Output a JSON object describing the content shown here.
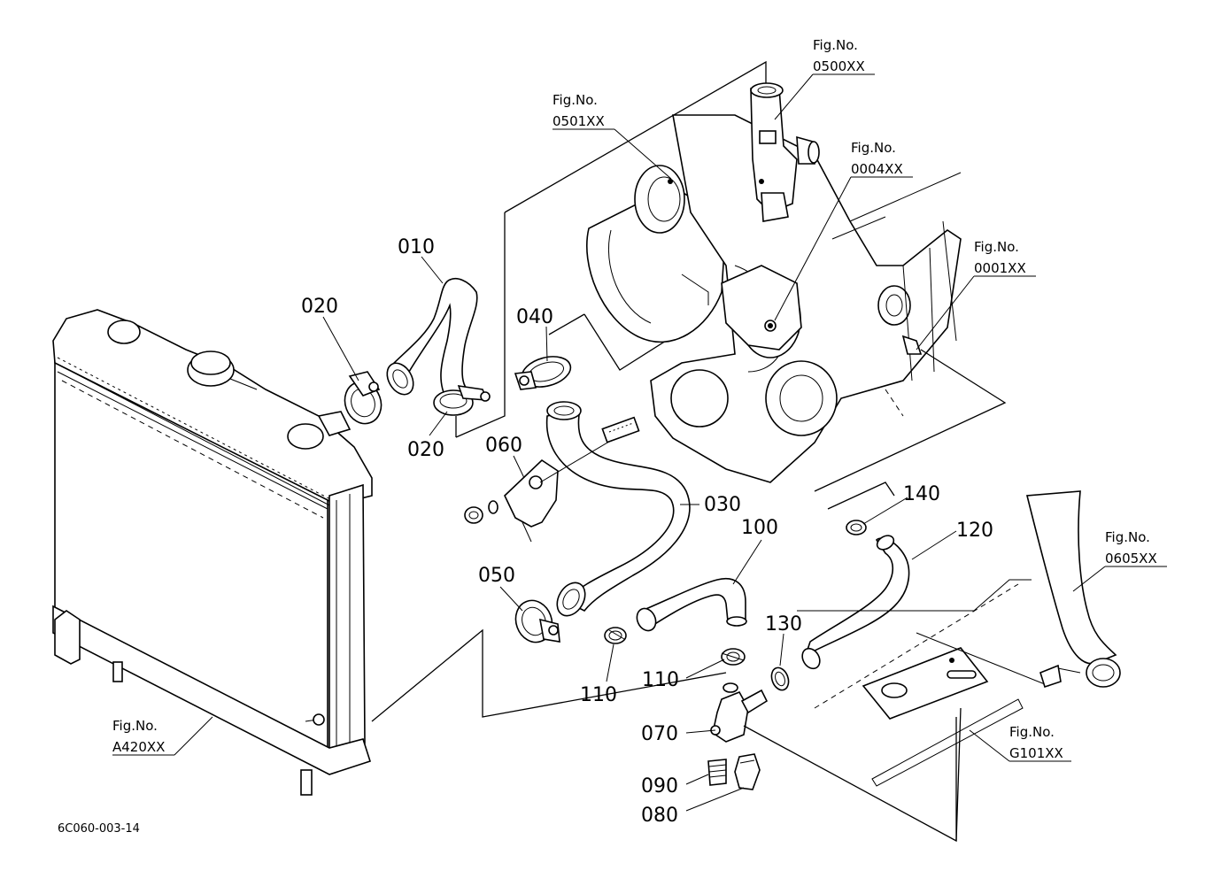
{
  "diagram_code": "6C060-003-14",
  "part_labels": [
    "010",
    "020",
    "020",
    "030",
    "040",
    "050",
    "060",
    "070",
    "080",
    "090",
    "100",
    "110",
    "110",
    "120",
    "130",
    "140"
  ],
  "fig_refs": [
    {
      "title": "Fig.No.",
      "code": "0500XX"
    },
    {
      "title": "Fig.No.",
      "code": "0501XX"
    },
    {
      "title": "Fig.No.",
      "code": "0004XX"
    },
    {
      "title": "Fig.No.",
      "code": "0001XX"
    },
    {
      "title": "Fig.No.",
      "code": "0605XX"
    },
    {
      "title": "Fig.No.",
      "code": "A420XX"
    },
    {
      "title": "Fig.No.",
      "code": "G101XX"
    }
  ]
}
